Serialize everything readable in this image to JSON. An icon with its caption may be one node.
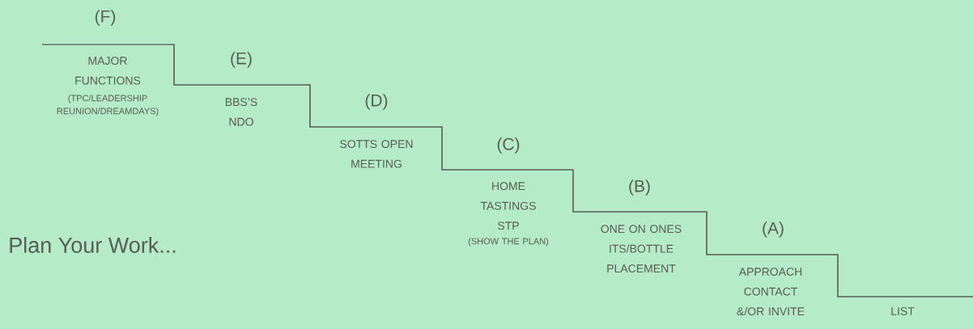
{
  "diagram": {
    "labels": [
      "Plan Your Work...",
      "(F)",
      "MAJOR FUNCTIONS",
      "(TPC/LEADERSHIP REUNION/DREAMDAYS)",
      "(E)",
      "BBS’S NDO",
      "(D)",
      "SOTTS OPEN MEETING",
      "(C)",
      "HOME TASTINGS STP",
      "(SHOW THE PLAN)",
      "(B)",
      "ONE ON ONES ITS/BOTTLE PLACEMENT",
      "(A)",
      "APPROACH CONTACT &/OR INVITE",
      "LIST"
    ]
  }
}
